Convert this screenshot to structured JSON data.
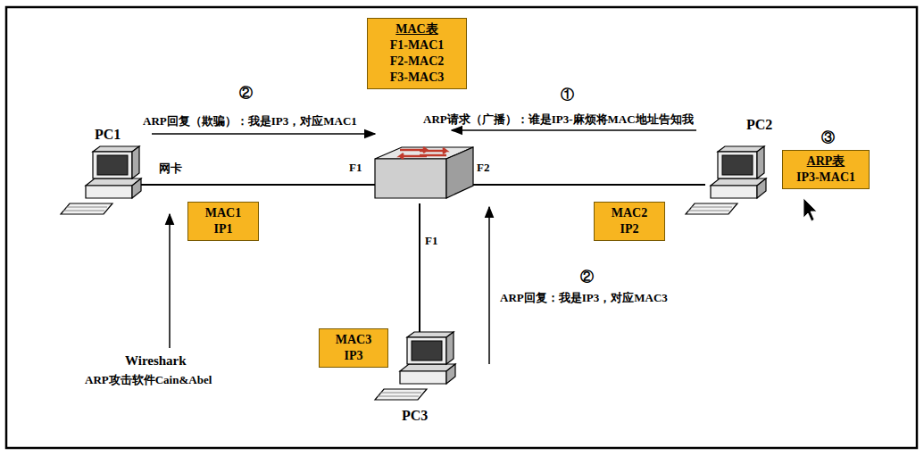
{
  "diagram": {
    "nodes": [
      {
        "text": [
          "MAC表",
          "F1-MAC1",
          "F2-MAC2",
          "F3-MAC3"
        ]
      },
      {
        "text": [
          "ARP表",
          "IP3-MAC1"
        ]
      },
      {
        "text": [
          "MAC1",
          "IP1"
        ]
      },
      {
        "text": [
          "MAC2",
          "IP2"
        ]
      },
      {
        "text": [
          "MAC3",
          "IP3"
        ]
      }
    ],
    "labels": [
      "②",
      "ARP回复（欺骗）：我是IP3，对应MAC1",
      "①",
      "ARP请求（广播）：谁是IP3-麻烦将MAC地址告知我",
      "PC1",
      "网卡",
      "F1",
      "F2",
      "PC2",
      "③",
      "F1",
      "②",
      "ARP回复：我是IP3，对应MAC3",
      "PC3",
      "Wireshark",
      "ARP攻击软件Cain&Abel"
    ]
  }
}
